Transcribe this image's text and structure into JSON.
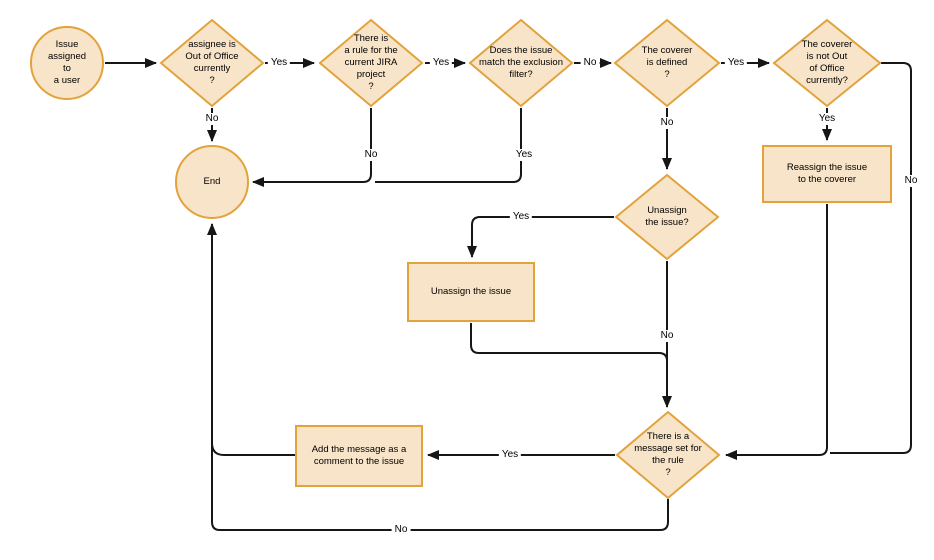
{
  "colors": {
    "node_fill": "#F8E4C8",
    "node_stroke": "#E2A23C",
    "line": "#161616"
  },
  "nodes": {
    "start": "Issue\nassigned\nto\na user",
    "assignee_ooo": "assignee is\nOut of Office\ncurrently\n?",
    "rule_exists": "There is\na rule for the\ncurrent JIRA\nproject\n?",
    "exclusion": "Does the issue\nmatch the exclusion\nfilter?",
    "coverer_defined": "The coverer\nis defined\n?",
    "coverer_ooo": "The coverer\nis not Out\nof Office\ncurrently?",
    "end": "End",
    "reassign": "Reassign the issue\nto the coverer",
    "unassign_q": "Unassign\nthe issue?",
    "unassign": "Unassign the issue",
    "message_q": "There is a\nmessage set for\nthe rule\n?",
    "add_message": "Add the message as a\ncomment to the issue"
  },
  "edge_labels": {
    "assignee_ooo_yes": "Yes",
    "assignee_ooo_no": "No",
    "rule_exists_yes": "Yes",
    "rule_exists_no": "No",
    "exclusion_no": "No",
    "exclusion_yes": "Yes",
    "coverer_defined_yes": "Yes",
    "coverer_defined_no": "No",
    "coverer_ooo_yes": "Yes",
    "coverer_ooo_no": "No",
    "unassign_yes": "Yes",
    "unassign_no": "No",
    "message_yes": "Yes",
    "message_no": "No"
  }
}
